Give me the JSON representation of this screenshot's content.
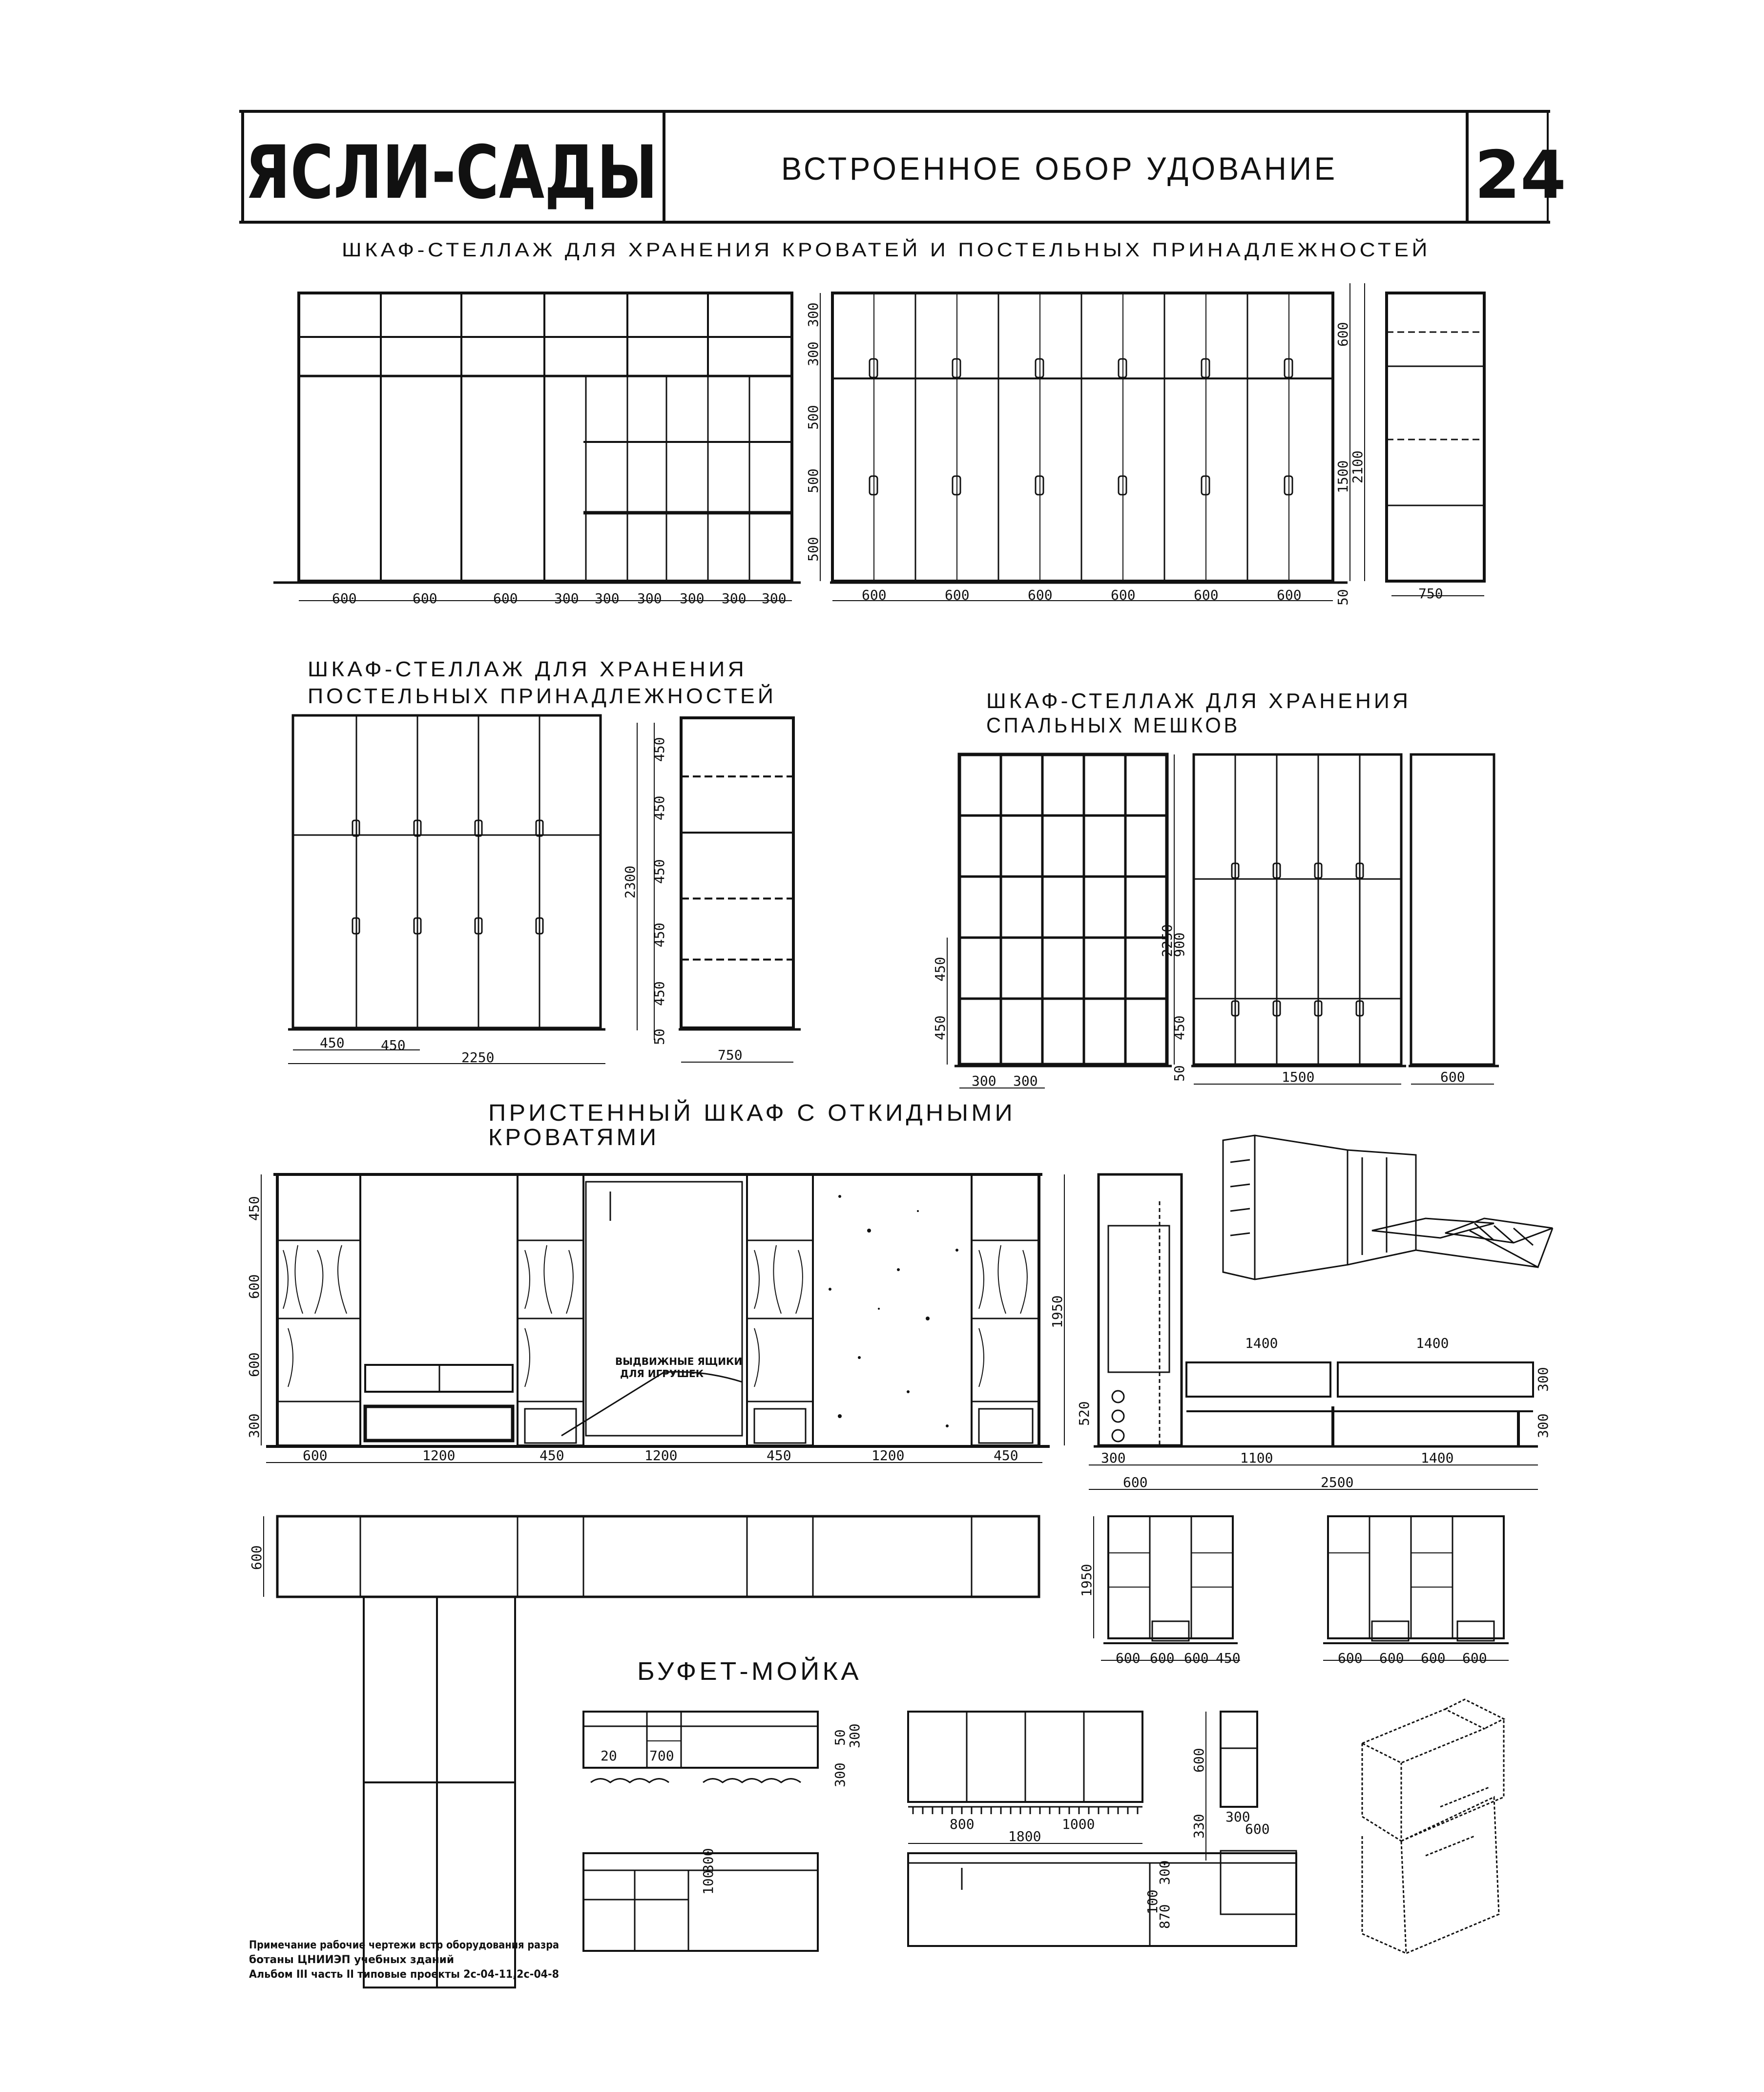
{
  "header": {
    "series_title": "ЯСЛИ-САДЫ",
    "sheet_title": "ВСТРОЕННОЕ ОБОР УДОВАНИЕ",
    "sheet_number": "24"
  },
  "sections": {
    "beds_cabinet": {
      "title": "ШКАФ-СТЕЛЛАЖ ДЛЯ ХРАНЕНИЯ КРОВАТЕЙ И ПОСТЕЛЬНЫХ ПРИНАДЛЕЖНОСТЕЙ",
      "front_widths": [
        "600",
        "600",
        "600",
        "300",
        "300",
        "300",
        "300",
        "300",
        "300"
      ],
      "height_dims": [
        "300",
        "300",
        "500",
        "500",
        "500"
      ],
      "facade_widths": [
        "600",
        "600",
        "600",
        "600",
        "600",
        "600"
      ],
      "side_dims": [
        "600",
        "1500",
        "2100",
        "50"
      ],
      "side_width": "750"
    },
    "linen_cabinet": {
      "title_line1": "ШКАФ-СТЕЛЛАЖ ДЛЯ ХРАНЕНИЯ",
      "title_line2": "ПОСТЕЛЬНЫХ ПРИНАДЛЕЖНОСТЕЙ",
      "width_dims": [
        "450",
        "450"
      ],
      "total_width": "2250",
      "height_dims": [
        "450",
        "450",
        "450",
        "450",
        "450",
        "50"
      ],
      "total_height": "2300",
      "side_width": "750"
    },
    "sleeping_bags": {
      "title_line1": "ШКАФ-СТЕЛЛАЖ ДЛЯ ХРАНЕНИЯ",
      "title_line2": "СПАЛЬНЫХ МЕШКОВ",
      "width_dims": [
        "300",
        "300"
      ],
      "height_dims": [
        "450",
        "450",
        "900",
        "2250",
        "450",
        "50"
      ],
      "facade_width": "1500",
      "side_width": "600"
    },
    "folding_beds": {
      "title_line1": "ПРИСТЕННЫЙ ШКАФ С ОТКИДНЫМИ",
      "title_line2": "КРОВАТЯМИ",
      "height_dims": [
        "450",
        "600",
        "600",
        "300"
      ],
      "width_dims": [
        "600",
        "1200",
        "450",
        "1200",
        "450",
        "1200",
        "450"
      ],
      "drawer_note_line1": "ВЫДВИЖНЫЕ ЯЩИКИ",
      "drawer_note_line2": "ДЛЯ ИГРУШЕК",
      "section_height": "1950",
      "section_dims": [
        "520",
        "1400",
        "1400",
        "300",
        "300"
      ],
      "section_widths": [
        "300",
        "600",
        "1100",
        "1400"
      ],
      "section_total": "2500",
      "plan_depth": "600",
      "small_height": "1950",
      "small_dims_a": [
        "600",
        "600",
        "600",
        "450"
      ],
      "small_dims_b": [
        "600",
        "600",
        "600",
        "600"
      ]
    },
    "buffet": {
      "title": "БУФЕТ-МОЙКА",
      "dims_top": [
        "50",
        "300",
        "300",
        "20",
        "700"
      ],
      "dims_mid": [
        "800",
        "1000",
        "1800",
        "600",
        "330",
        "300",
        "600"
      ],
      "dims_low": [
        "100",
        "300",
        "300",
        "870",
        "100"
      ]
    }
  },
  "note": {
    "line1": "Примечание рабочие чертежи встр оборудования разра",
    "line2": "ботаны ЦНИИЭП учебных зданий",
    "line3": "Альбом III часть II типовые проекты 2с-04-11,2с-04-8"
  }
}
